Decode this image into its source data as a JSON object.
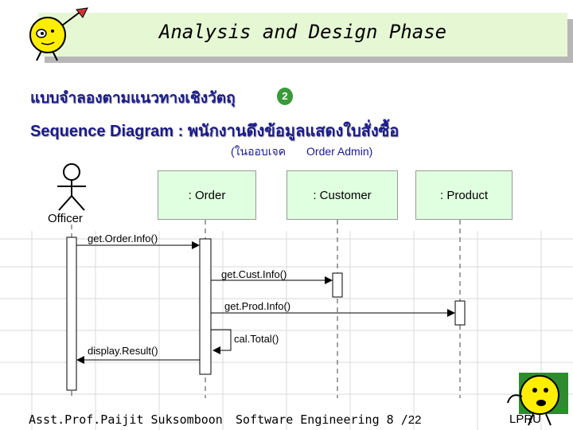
{
  "slide": {
    "title": "Analysis and Design Phase",
    "thai_heading": "แบบจำลองตามแนวทางเชิงวัตถุ",
    "badge": "2",
    "sequence_heading": "Sequence Diagram : พนักงานดึงข้อมูลแสดงใบสั่งซื้อ",
    "subtitle_thai": "(ในออบเจค",
    "subtitle_en": "Order Admin)"
  },
  "diagram": {
    "actor": "Officer",
    "objects": [
      ": Order",
      ": Customer",
      ": Product"
    ],
    "messages": [
      "get.Order.Info()",
      "get.Cust.Info()",
      "get.Prod.Info()",
      "cal.Total()",
      "display.Result()"
    ]
  },
  "footer": {
    "author": "Asst.Prof.Paijit Suksomboon",
    "course": "Software Engineering 8 /",
    "page": "22",
    "org": "LPRU"
  },
  "colors": {
    "title_band": "#e6f7d4",
    "heading": "#1a1a8c",
    "object_fill": "#e0ffe0",
    "badge": "#3a9a3a"
  }
}
